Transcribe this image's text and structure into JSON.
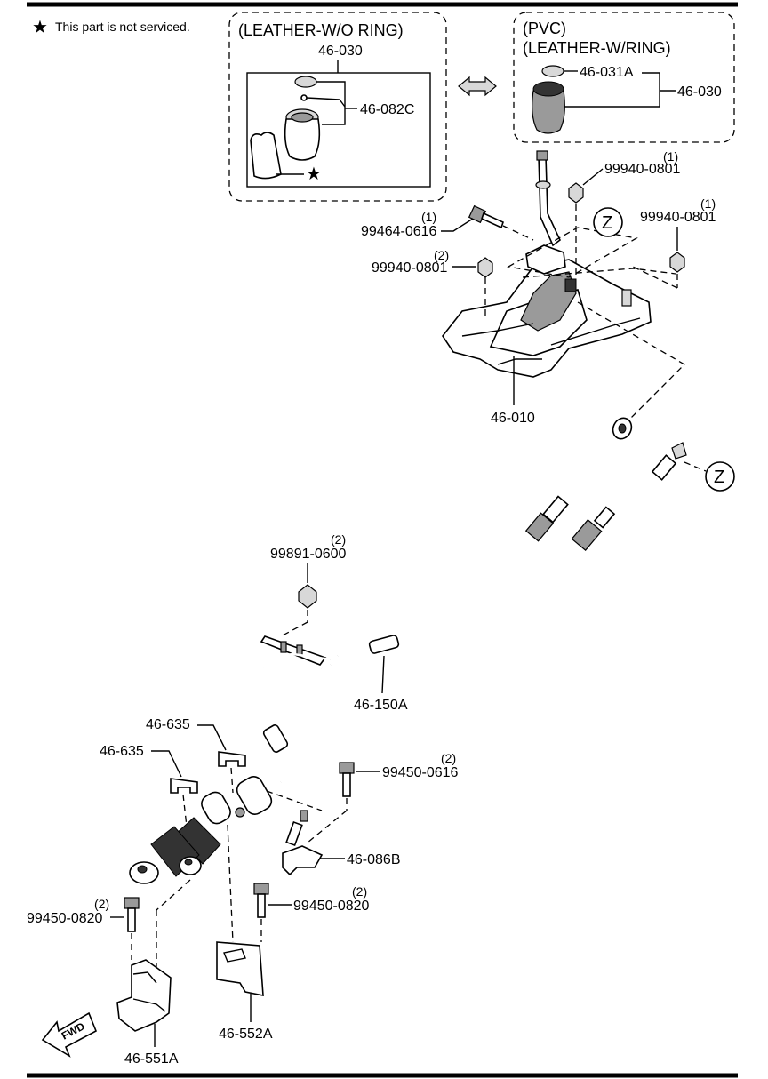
{
  "note": {
    "star": "★",
    "text": "This part is not serviced."
  },
  "box_leather_wo_ring": {
    "title": "(LEATHER-W/O RING)",
    "part_number": "46-030",
    "sub_part": "46-082C"
  },
  "box_pvc_leather_w_ring": {
    "title_line1": "(PVC)",
    "title_line2": "(LEATHER-W/RING)",
    "sub_part": "46-031A",
    "part_number": "46-030"
  },
  "callouts": [
    {
      "part": "99940-0801",
      "qty": "(1)"
    },
    {
      "part": "99940-0801",
      "qty": "(1)"
    },
    {
      "part": "99464-0616",
      "qty": "(1)"
    },
    {
      "part": "99940-0801",
      "qty": "(2)"
    },
    {
      "part": "46-010",
      "qty": ""
    },
    {
      "part": "99891-0600",
      "qty": "(2)"
    },
    {
      "part": "46-150A",
      "qty": ""
    },
    {
      "part": "46-635",
      "qty": ""
    },
    {
      "part": "46-635",
      "qty": ""
    },
    {
      "part": "99450-0616",
      "qty": "(2)"
    },
    {
      "part": "46-086B",
      "qty": ""
    },
    {
      "part": "99450-0820",
      "qty": "(2)"
    },
    {
      "part": "99450-0820",
      "qty": "(2)"
    },
    {
      "part": "46-552A",
      "qty": ""
    },
    {
      "part": "46-551A",
      "qty": ""
    }
  ],
  "ref_marker": "Z",
  "fwd_label": "FWD",
  "colors": {
    "line": "#000000",
    "background": "#ffffff",
    "shade": "#9a9a9a"
  }
}
